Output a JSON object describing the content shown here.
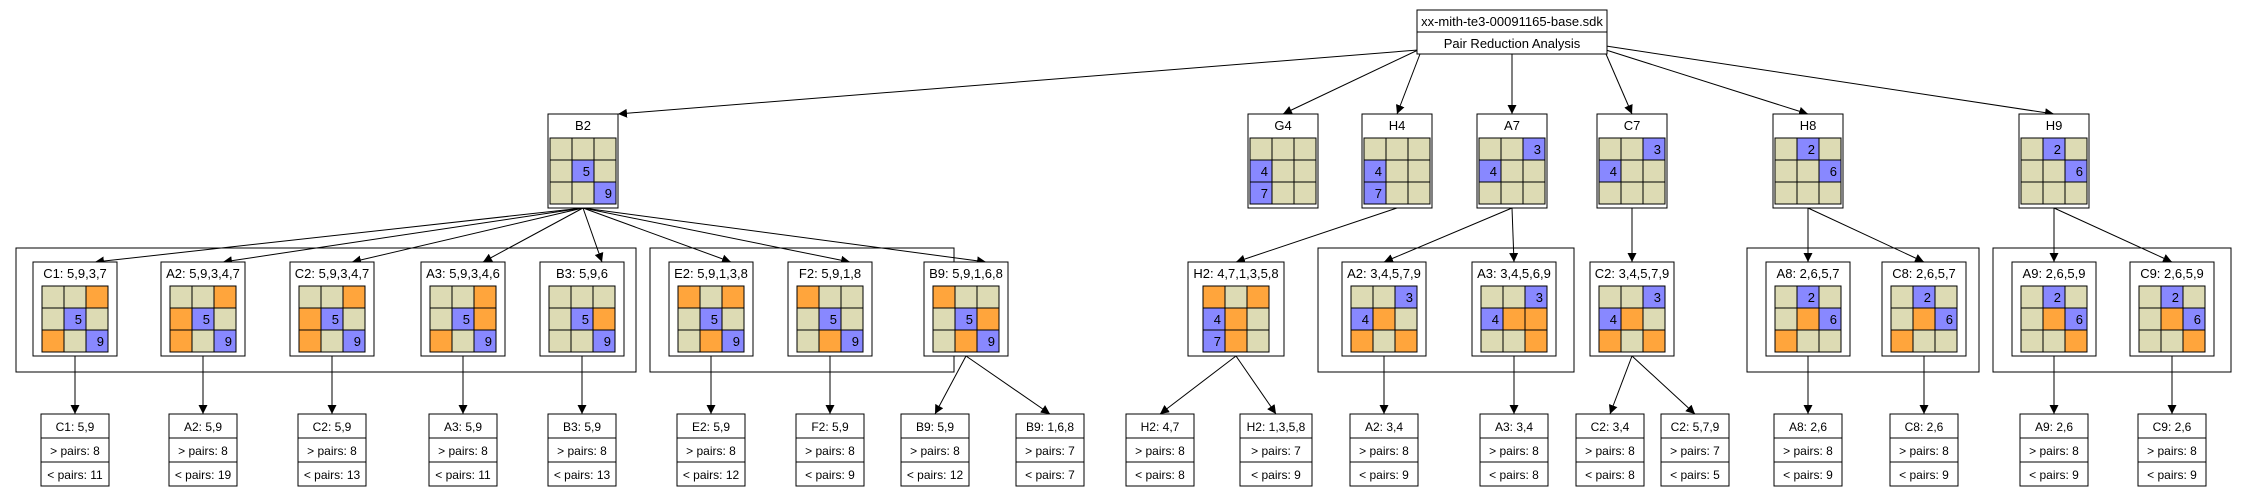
{
  "root": {
    "title": "xx-mith-te3-00091165-base.sdk",
    "subtitle": "Pair Reduction Analysis"
  },
  "colors": {
    "neutral": "#dddbb4",
    "number": "#8888ff",
    "orange": "#ffa53c",
    "stroke": "#000000",
    "background": "#ffffff"
  },
  "level1": [
    {
      "id": "B2",
      "label": "B2",
      "cells": [
        [
          "n",
          "n",
          "n"
        ],
        [
          "n",
          "b:5",
          "n"
        ],
        [
          "n",
          "n",
          "b:9"
        ]
      ]
    },
    {
      "id": "G4",
      "label": "G4",
      "cells": [
        [
          "n",
          "n",
          "n"
        ],
        [
          "b:4",
          "n",
          "n"
        ],
        [
          "b:7",
          "n",
          "n"
        ]
      ]
    },
    {
      "id": "H4",
      "label": "H4",
      "cells": [
        [
          "n",
          "n",
          "n"
        ],
        [
          "b:4",
          "n",
          "n"
        ],
        [
          "b:7",
          "n",
          "n"
        ]
      ]
    },
    {
      "id": "A7",
      "label": "A7",
      "cells": [
        [
          "n",
          "n",
          "b:3"
        ],
        [
          "b:4",
          "n",
          "n"
        ],
        [
          "n",
          "n",
          "n"
        ]
      ]
    },
    {
      "id": "C7",
      "label": "C7",
      "cells": [
        [
          "n",
          "n",
          "b:3"
        ],
        [
          "b:4",
          "n",
          "n"
        ],
        [
          "n",
          "n",
          "n"
        ]
      ]
    },
    {
      "id": "H8",
      "label": "H8",
      "cells": [
        [
          "n",
          "b:2",
          "n"
        ],
        [
          "n",
          "n",
          "b:6"
        ],
        [
          "n",
          "n",
          "n"
        ]
      ]
    },
    {
      "id": "H9",
      "label": "H9",
      "cells": [
        [
          "n",
          "b:2",
          "n"
        ],
        [
          "n",
          "n",
          "b:6"
        ],
        [
          "n",
          "n",
          "n"
        ]
      ]
    }
  ],
  "level2": [
    {
      "id": "C1",
      "label": "C1: 5,9,3,7",
      "parent": "B2",
      "cells": [
        [
          "n",
          "n",
          "o"
        ],
        [
          "n",
          "b:5",
          "n"
        ],
        [
          "o",
          "n",
          "b:9"
        ]
      ]
    },
    {
      "id": "A2",
      "label": "A2: 5,9,3,4,7",
      "parent": "B2",
      "cells": [
        [
          "n",
          "n",
          "o"
        ],
        [
          "o",
          "b:5",
          "n"
        ],
        [
          "o",
          "n",
          "b:9"
        ]
      ]
    },
    {
      "id": "C2",
      "label": "C2: 5,9,3,4,7",
      "parent": "B2",
      "cells": [
        [
          "n",
          "n",
          "o"
        ],
        [
          "o",
          "b:5",
          "n"
        ],
        [
          "o",
          "n",
          "b:9"
        ]
      ]
    },
    {
      "id": "A3",
      "label": "A3: 5,9,3,4,6",
      "parent": "B2",
      "cells": [
        [
          "n",
          "n",
          "o"
        ],
        [
          "n",
          "b:5",
          "o"
        ],
        [
          "o",
          "n",
          "b:9"
        ]
      ]
    },
    {
      "id": "B3",
      "label": "B3: 5,9,6",
      "parent": "B2",
      "cells": [
        [
          "n",
          "n",
          "n"
        ],
        [
          "n",
          "b:5",
          "o"
        ],
        [
          "n",
          "n",
          "b:9"
        ]
      ]
    },
    {
      "id": "E2",
      "label": "E2: 5,9,1,3,8",
      "parent": "B2",
      "cells": [
        [
          "o",
          "n",
          "o"
        ],
        [
          "n",
          "b:5",
          "n"
        ],
        [
          "n",
          "o",
          "b:9"
        ]
      ]
    },
    {
      "id": "F2",
      "label": "F2: 5,9,1,8",
      "parent": "B2",
      "cells": [
        [
          "o",
          "n",
          "n"
        ],
        [
          "n",
          "b:5",
          "n"
        ],
        [
          "n",
          "o",
          "b:9"
        ]
      ]
    },
    {
      "id": "B9",
      "label": "B9: 5,9,1,6,8",
      "parent": "B2",
      "cells": [
        [
          "o",
          "n",
          "n"
        ],
        [
          "n",
          "b:5",
          "o"
        ],
        [
          "n",
          "o",
          "b:9"
        ]
      ]
    },
    {
      "id": "H2",
      "label": "H2: 4,7,1,3,5,8",
      "parent": "H4",
      "cells": [
        [
          "o",
          "n",
          "o"
        ],
        [
          "b:4",
          "o",
          "n"
        ],
        [
          "b:7",
          "o",
          "n"
        ]
      ]
    },
    {
      "id": "A2b",
      "label": "A2: 3,4,5,7,9",
      "parent": "A7",
      "cells": [
        [
          "n",
          "n",
          "b:3"
        ],
        [
          "b:4",
          "o",
          "n"
        ],
        [
          "o",
          "n",
          "o"
        ]
      ]
    },
    {
      "id": "A3b",
      "label": "A3: 3,4,5,6,9",
      "parent": "A7",
      "cells": [
        [
          "n",
          "n",
          "b:3"
        ],
        [
          "b:4",
          "o",
          "o"
        ],
        [
          "n",
          "n",
          "o"
        ]
      ]
    },
    {
      "id": "C2b",
      "label": "C2: 3,4,5,7,9",
      "parent": "C7",
      "cells": [
        [
          "n",
          "n",
          "b:3"
        ],
        [
          "b:4",
          "o",
          "n"
        ],
        [
          "o",
          "n",
          "o"
        ]
      ]
    },
    {
      "id": "A8",
      "label": "A8: 2,6,5,7",
      "parent": "H8",
      "cells": [
        [
          "n",
          "b:2",
          "n"
        ],
        [
          "n",
          "o",
          "b:6"
        ],
        [
          "o",
          "n",
          "n"
        ]
      ]
    },
    {
      "id": "C8",
      "label": "C8: 2,6,5,7",
      "parent": "H8",
      "cells": [
        [
          "n",
          "b:2",
          "n"
        ],
        [
          "n",
          "o",
          "b:6"
        ],
        [
          "o",
          "n",
          "n"
        ]
      ]
    },
    {
      "id": "A9",
      "label": "A9: 2,6,5,9",
      "parent": "H9",
      "cells": [
        [
          "n",
          "b:2",
          "n"
        ],
        [
          "n",
          "o",
          "b:6"
        ],
        [
          "n",
          "n",
          "o"
        ]
      ]
    },
    {
      "id": "C9",
      "label": "C9: 2,6,5,9",
      "parent": "H9",
      "cells": [
        [
          "n",
          "b:2",
          "n"
        ],
        [
          "n",
          "o",
          "b:6"
        ],
        [
          "n",
          "n",
          "o"
        ]
      ]
    }
  ],
  "level3": [
    {
      "title": "C1: 5,9",
      "gt": "> pairs: 8",
      "lt": "< pairs: 11",
      "parent": "C1"
    },
    {
      "title": "A2: 5,9",
      "gt": "> pairs: 8",
      "lt": "< pairs: 19",
      "parent": "A2"
    },
    {
      "title": "C2: 5,9",
      "gt": "> pairs: 8",
      "lt": "< pairs: 13",
      "parent": "C2"
    },
    {
      "title": "A3: 5,9",
      "gt": "> pairs: 8",
      "lt": "< pairs: 11",
      "parent": "A3"
    },
    {
      "title": "B3: 5,9",
      "gt": "> pairs: 8",
      "lt": "< pairs: 13",
      "parent": "B3"
    },
    {
      "title": "E2: 5,9",
      "gt": "> pairs: 8",
      "lt": "< pairs: 12",
      "parent": "E2"
    },
    {
      "title": "F2: 5,9",
      "gt": "> pairs: 8",
      "lt": "< pairs: 9",
      "parent": "F2"
    },
    {
      "title": "B9: 5,9",
      "gt": "> pairs: 8",
      "lt": "< pairs: 12",
      "parent": "B9"
    },
    {
      "title": "B9: 1,6,8",
      "gt": "> pairs: 7",
      "lt": "< pairs: 7",
      "parent": "B9"
    },
    {
      "title": "H2: 4,7",
      "gt": "> pairs: 8",
      "lt": "< pairs: 8",
      "parent": "H2"
    },
    {
      "title": "H2: 1,3,5,8",
      "gt": "> pairs: 7",
      "lt": "< pairs: 9",
      "parent": "H2"
    },
    {
      "title": "A2: 3,4",
      "gt": "> pairs: 8",
      "lt": "< pairs: 9",
      "parent": "A2b"
    },
    {
      "title": "A3: 3,4",
      "gt": "> pairs: 8",
      "lt": "< pairs: 8",
      "parent": "A3b"
    },
    {
      "title": "C2: 3,4",
      "gt": "> pairs: 8",
      "lt": "< pairs: 8",
      "parent": "C2b"
    },
    {
      "title": "C2: 5,7,9",
      "gt": "> pairs: 7",
      "lt": "< pairs: 5",
      "parent": "C2b"
    },
    {
      "title": "A8: 2,6",
      "gt": "> pairs: 8",
      "lt": "< pairs: 9",
      "parent": "A8"
    },
    {
      "title": "C8: 2,6",
      "gt": "> pairs: 8",
      "lt": "< pairs: 9",
      "parent": "C8"
    },
    {
      "title": "A9: 2,6",
      "gt": "> pairs: 8",
      "lt": "< pairs: 9",
      "parent": "A9"
    },
    {
      "title": "C9: 2,6",
      "gt": "> pairs: 8",
      "lt": "< pairs: 9",
      "parent": "C9"
    }
  ]
}
